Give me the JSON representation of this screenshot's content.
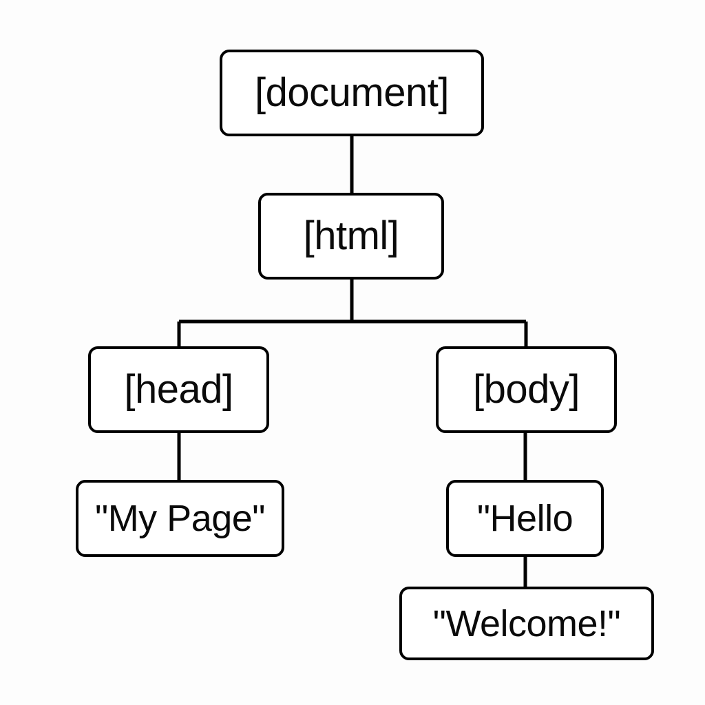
{
  "diagram": {
    "title": "DOM tree diagram",
    "type": "tree",
    "background_color": "#fdfdfd",
    "node_fill_color": "#ffffff",
    "node_border_color": "#000000",
    "text_color": "#0a0a0a",
    "edge_color": "#000000",
    "nodes": [
      {
        "id": "document",
        "label": "[document]",
        "kind": "element"
      },
      {
        "id": "html",
        "label": "[html]",
        "kind": "element"
      },
      {
        "id": "head",
        "label": "[head]",
        "kind": "element"
      },
      {
        "id": "body",
        "label": "[body]",
        "kind": "element"
      },
      {
        "id": "title-text",
        "label": "\"My Page\"",
        "kind": "text"
      },
      {
        "id": "hello-text",
        "label": "\"Hello",
        "kind": "text"
      },
      {
        "id": "welcome-text",
        "label": "\"Welcome!\"",
        "kind": "text"
      }
    ],
    "edges": [
      {
        "from": "document",
        "to": "html"
      },
      {
        "from": "html",
        "to": "head"
      },
      {
        "from": "html",
        "to": "body"
      },
      {
        "from": "head",
        "to": "title-text"
      },
      {
        "from": "body",
        "to": "hello-text"
      },
      {
        "from": "hello-text",
        "to": "welcome-text"
      }
    ]
  }
}
